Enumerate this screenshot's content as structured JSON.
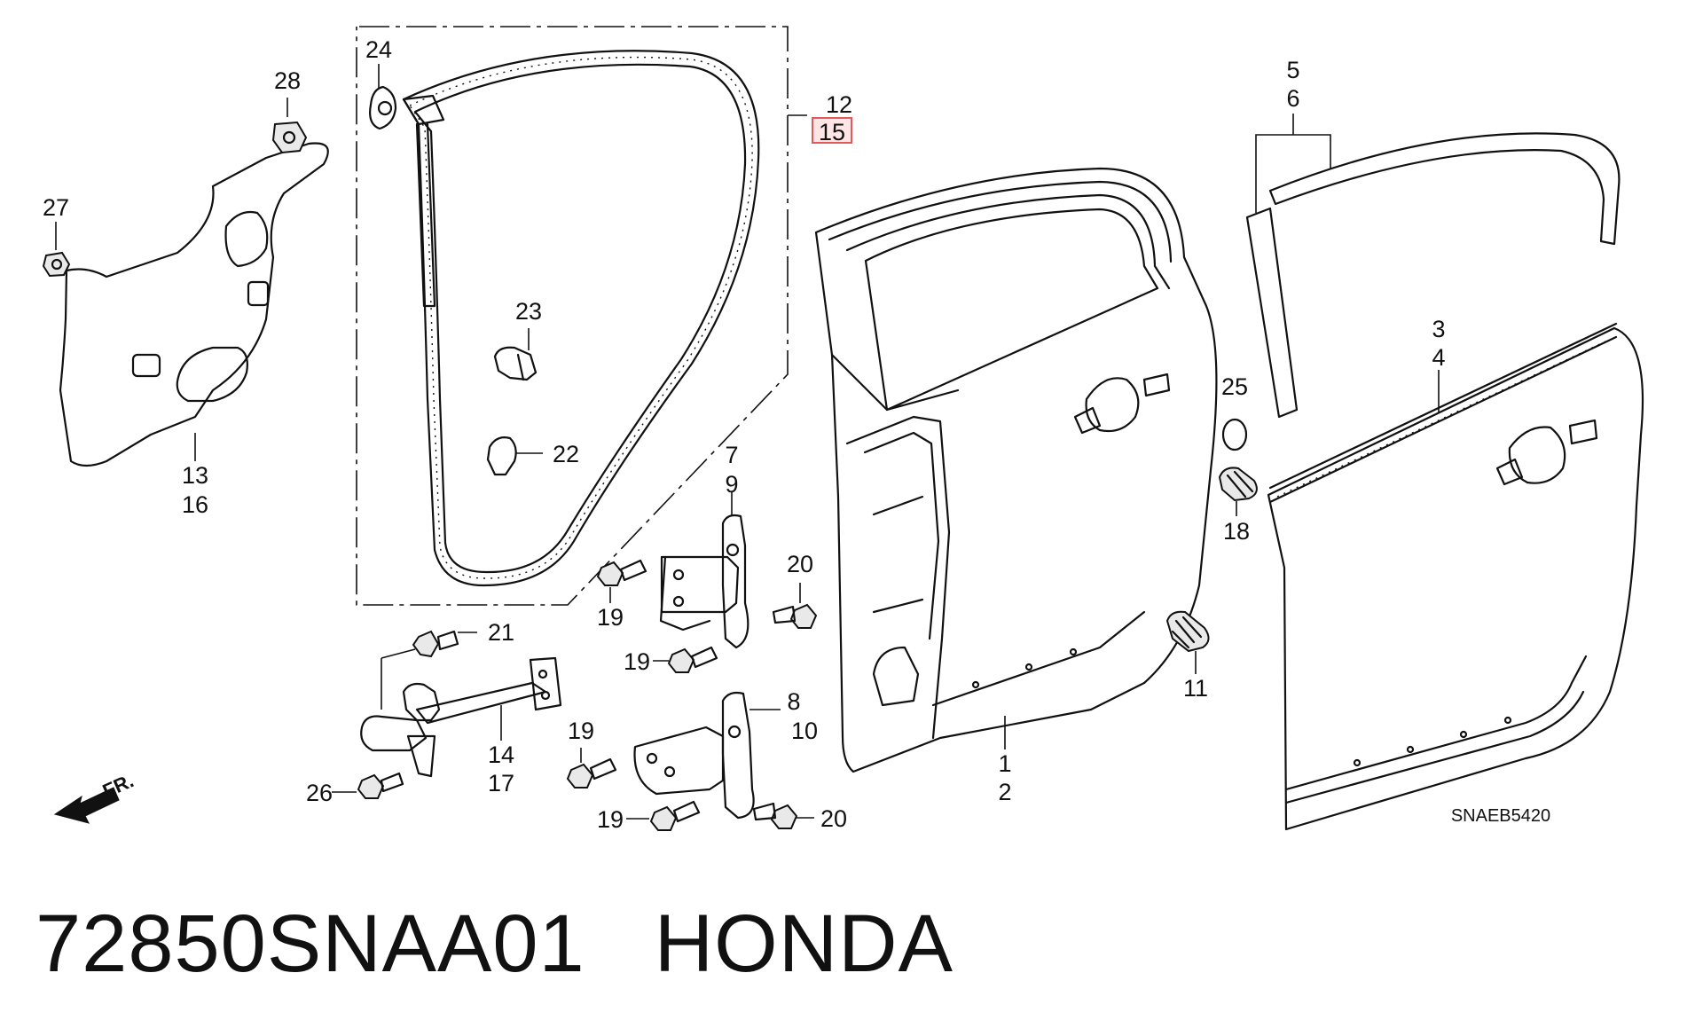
{
  "diagram_code": "SNAEB5420",
  "caption": {
    "part_number": "72850SNAA01",
    "brand": "HONDA"
  },
  "front_arrow": {
    "label": "FR."
  },
  "highlight_color": "#e05a5a",
  "callouts": {
    "c1": "1",
    "c2": "2",
    "c3": "3",
    "c4": "4",
    "c5": "5",
    "c6": "6",
    "c7": "7",
    "c8": "8",
    "c9": "9",
    "c10": "10",
    "c11": "11",
    "c12": "12",
    "c13": "13",
    "c14": "14",
    "c15": "15",
    "c16": "16",
    "c17": "17",
    "c18": "18",
    "c19a": "19",
    "c19b": "19",
    "c19c": "19",
    "c19d": "19",
    "c20a": "20",
    "c20b": "20",
    "c21": "21",
    "c22": "22",
    "c23": "23",
    "c24": "24",
    "c25": "25",
    "c26": "26",
    "c27": "27",
    "c28": "28"
  }
}
